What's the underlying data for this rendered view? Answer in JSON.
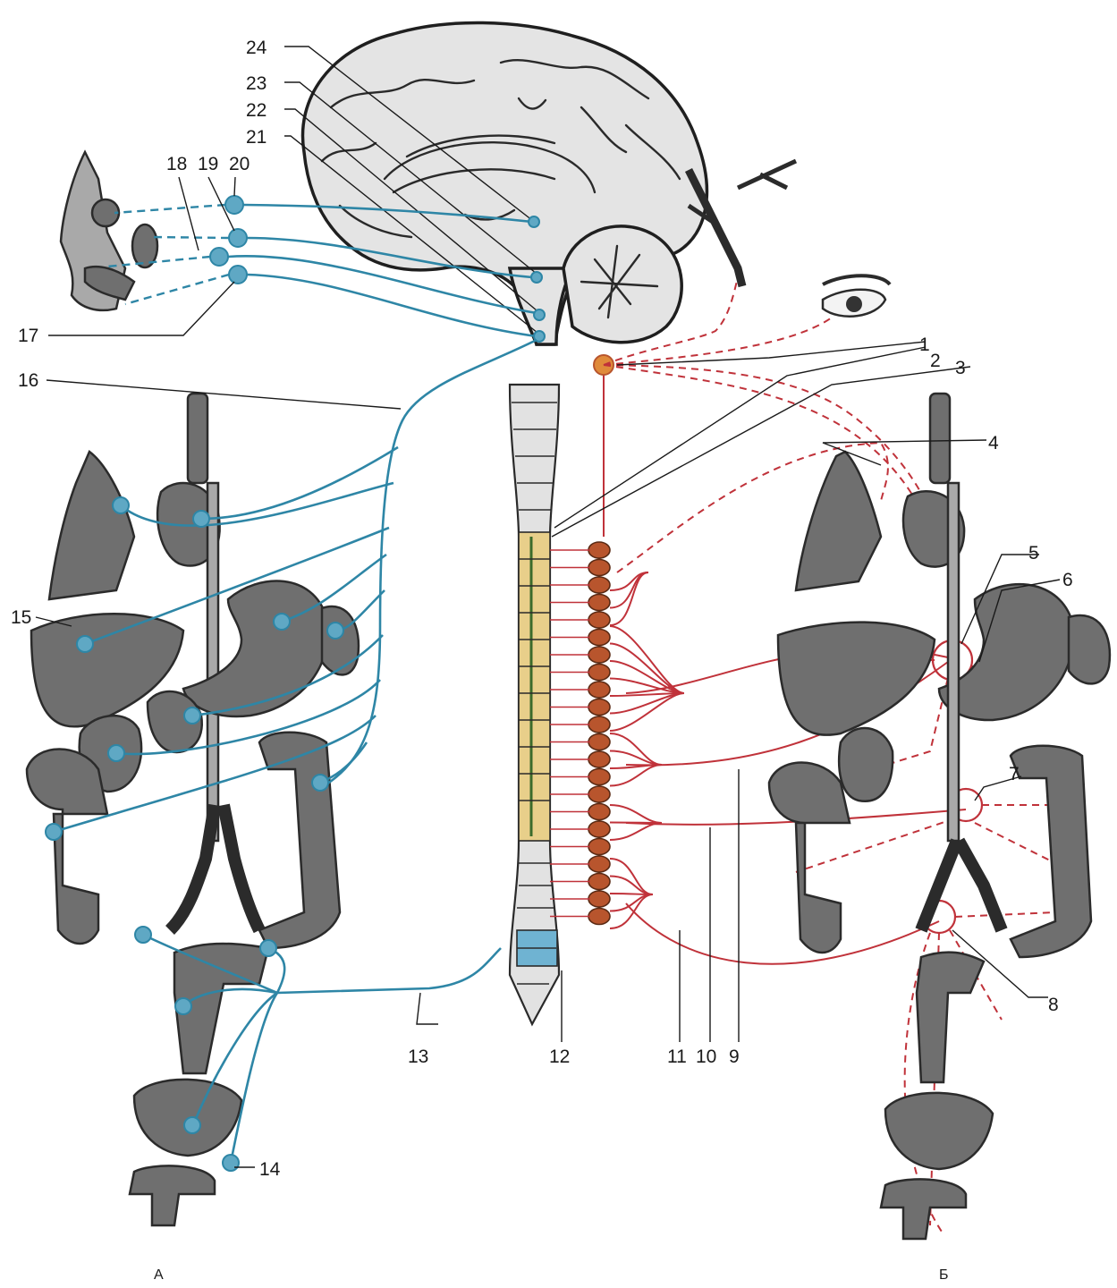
{
  "labels": {
    "n1": "1",
    "n2": "2",
    "n3": "3",
    "n4": "4",
    "n5": "5",
    "n6": "6",
    "n7": "7",
    "n8": "8",
    "n9": "9",
    "n10": "10",
    "n11": "11",
    "n12": "12",
    "n13": "13",
    "n14": "14",
    "n15": "15",
    "n16": "16",
    "n17": "17",
    "n18": "18",
    "n19": "19",
    "n20": "20",
    "n21": "21",
    "n22": "22",
    "n23": "23",
    "n24": "24"
  },
  "panels": {
    "left": "А",
    "right": "Б"
  },
  "colors": {
    "parasympathetic": "#2e86a6",
    "sympathetic": "#c0323a",
    "organ": "#6f6f6f",
    "thoracolumbar_cord": "#e8cf8a",
    "sacral_cord": "#6fb3d2"
  }
}
